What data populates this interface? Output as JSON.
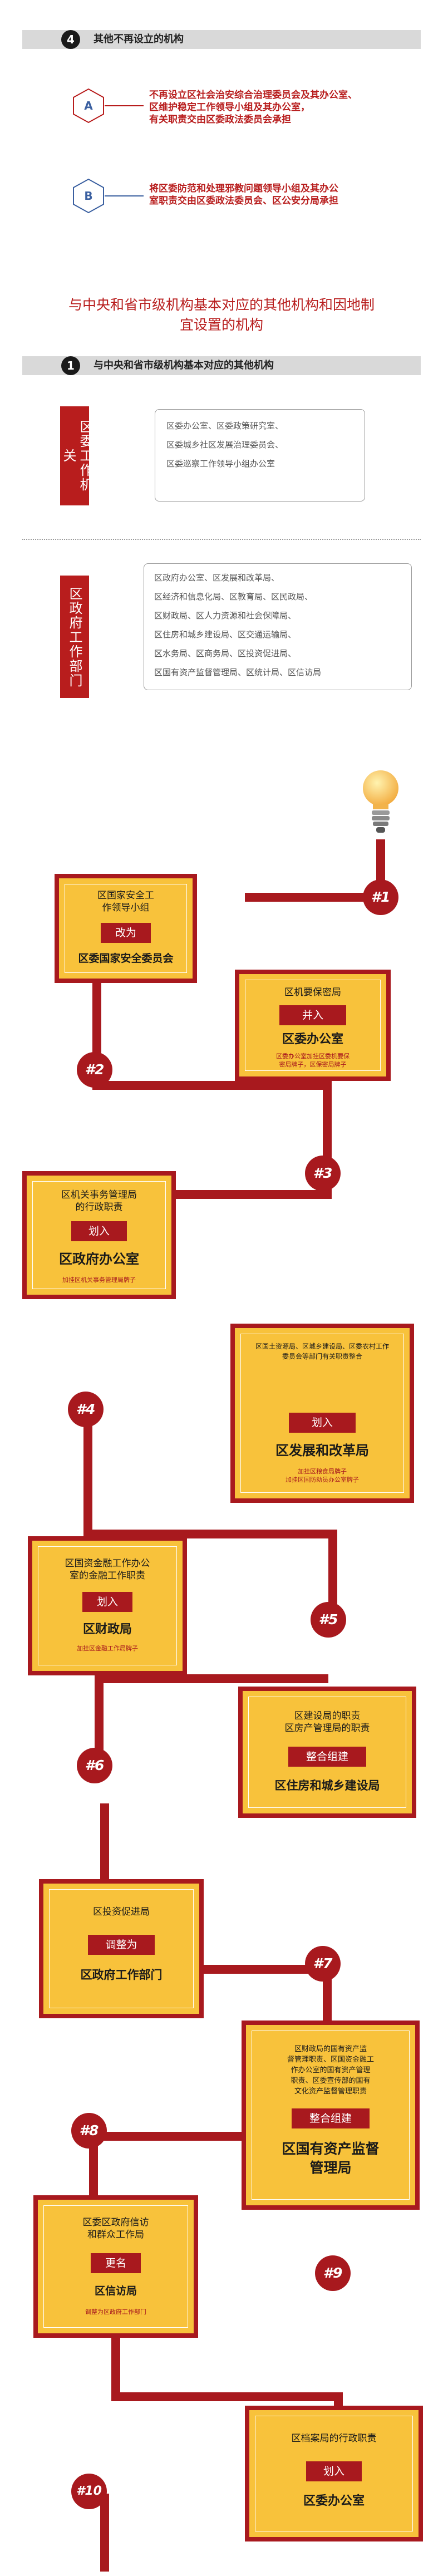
{
  "section4": {
    "num": "4",
    "title": "其他不再设立的机构"
  },
  "itemA": {
    "letter": "A",
    "lines": [
      "不再设立区社会治安综合治理委员会及其办公室、",
      "区维护稳定工作领导小组及其办公室，",
      "有关职责交由区委政法委员会承担"
    ]
  },
  "itemB": {
    "letter": "B",
    "lines": [
      "将区委防范和处理邪教问题领导小组及其办公",
      "室职责交由区委政法委员会、区公安分局承担"
    ]
  },
  "main_title": [
    "与中央和省市级机构基本对应的其他机构和因地制",
    "宜设置的机构"
  ],
  "section1": {
    "num": "1",
    "title": "与中央和省市级机构基本对应的其他机构"
  },
  "party": {
    "label": "区委工作机关",
    "items": [
      "区委办公室、区委政策研究室、",
      "区委城乡社区发展治理委员会、",
      "区委巡察工作领导小组办公室"
    ]
  },
  "gov": {
    "label": "区政府工作部门",
    "items": [
      "区政府办公室、区发展和改革局、",
      "区经济和信息化局、区教育局、区民政局、",
      "区财政局、区人力资源和社会保障局、",
      "区住房和城乡建设局、区交通运输局、",
      "区水务局、区商务局、区投资促进局、",
      "区国有资产监督管理局、区统计局、区信访局"
    ]
  },
  "flow": [
    {
      "num": "#1",
      "title": [
        "区国家安全工",
        "作领导小组"
      ],
      "action": "改为",
      "result": [
        "区委国家安全委员会"
      ],
      "note": []
    },
    {
      "num": "#2",
      "title": [
        "区机要保密局"
      ],
      "action": "并入",
      "result": [
        "区委办公室"
      ],
      "note": [
        "区委办公室加挂区委机要保",
        "密局牌子，区保密局牌子"
      ]
    },
    {
      "num": "#3",
      "title": [
        "区机关事务管理局",
        "的行政职责"
      ],
      "action": "划入",
      "result": [
        "区政府办公室"
      ],
      "note": [
        "加挂区机关事务管理局牌子"
      ]
    },
    {
      "num": "#4",
      "title": [
        "区国土资源局、区城乡建设局、区委农村工作",
        "委员会等部门有关职责整合"
      ],
      "action": "划入",
      "result": [
        "区发展和改革局"
      ],
      "note": [
        "加挂区粮食局牌子",
        "加挂区国防动员办公室牌子"
      ]
    },
    {
      "num": "#5",
      "title": [
        "区国资金融工作办公",
        "室的金融工作职责"
      ],
      "action": "划入",
      "result": [
        "区财政局"
      ],
      "note": [
        "加挂区金融工作局牌子"
      ]
    },
    {
      "num": "#6",
      "title": [
        "区建设局的职责",
        "区房产管理局的职责"
      ],
      "action": "整合组建",
      "result": [
        "区住房和城乡建设局"
      ],
      "note": []
    },
    {
      "num": "#7",
      "title": [
        "区投资促进局"
      ],
      "action": "调整为",
      "result": [
        "区政府工作部门"
      ],
      "note": []
    },
    {
      "num": "#8",
      "title": [
        "区财政局的国有资产监",
        "督管理职责、区国资金融工",
        "作办公室的国有资产管理",
        "职责、区委宣传部的国有",
        "文化资产监督管理职责"
      ],
      "action": "整合组建",
      "result": [
        "区国有资产监督",
        "管理局"
      ],
      "note": []
    },
    {
      "num": "#9",
      "title": [
        "区委区政府信访",
        "和群众工作局"
      ],
      "action": "更名",
      "result": [
        "区信访局"
      ],
      "note": [
        "调整为区政府工作部门"
      ]
    },
    {
      "num": "#10",
      "title": [
        "区档案局的行政职责"
      ],
      "action": "划入",
      "result": [
        "区委办公室"
      ],
      "note": []
    }
  ]
}
